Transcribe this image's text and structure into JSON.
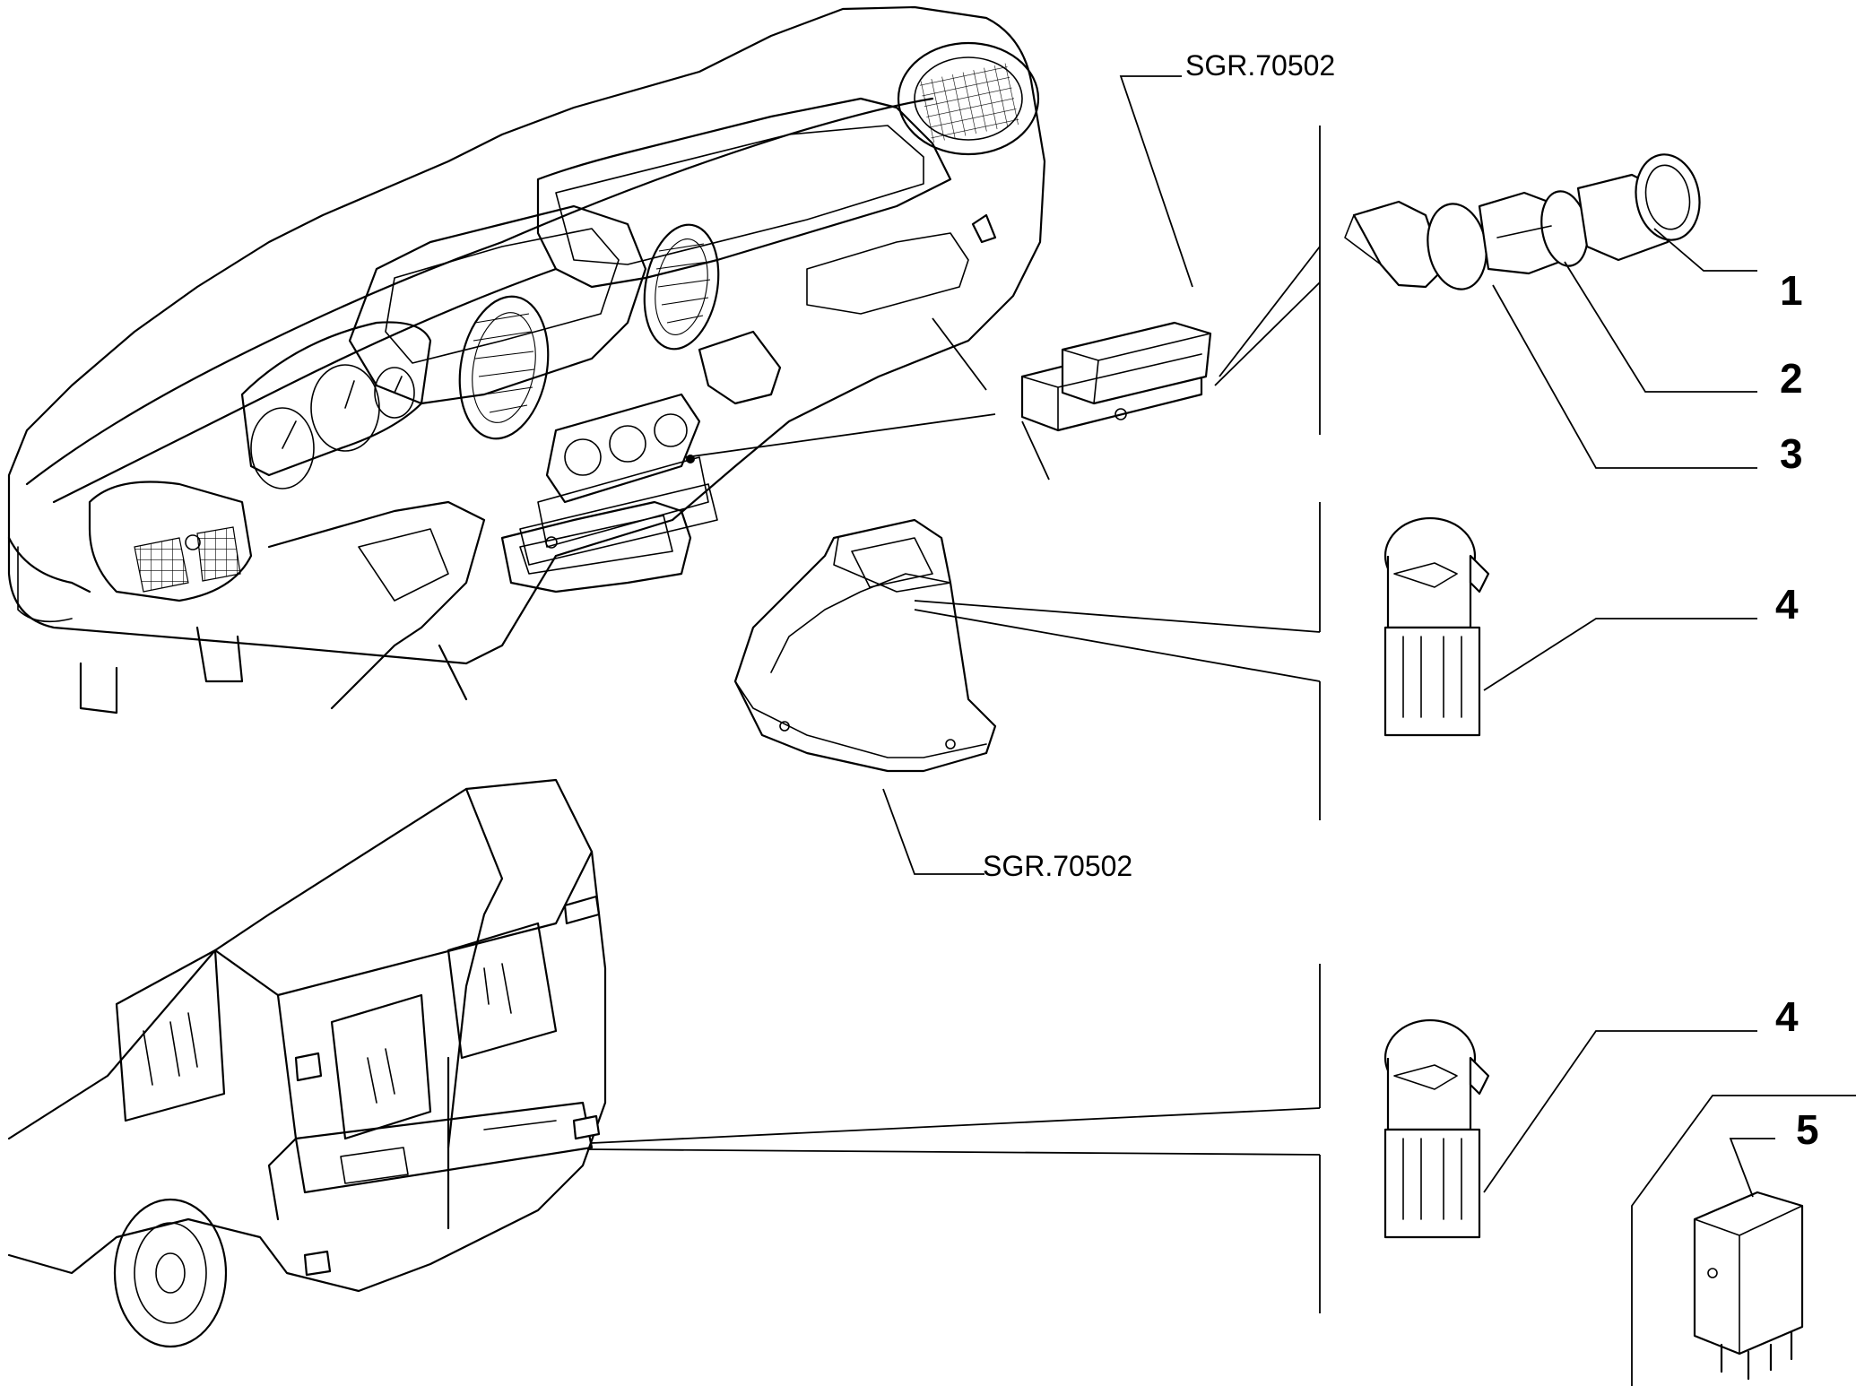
{
  "references": {
    "top": "SGR.70502",
    "bottom": "SGR.70502"
  },
  "callouts": {
    "c1": "1",
    "c2": "2",
    "c3": "3",
    "c4a": "4",
    "c4b": "4",
    "c5": "5"
  }
}
